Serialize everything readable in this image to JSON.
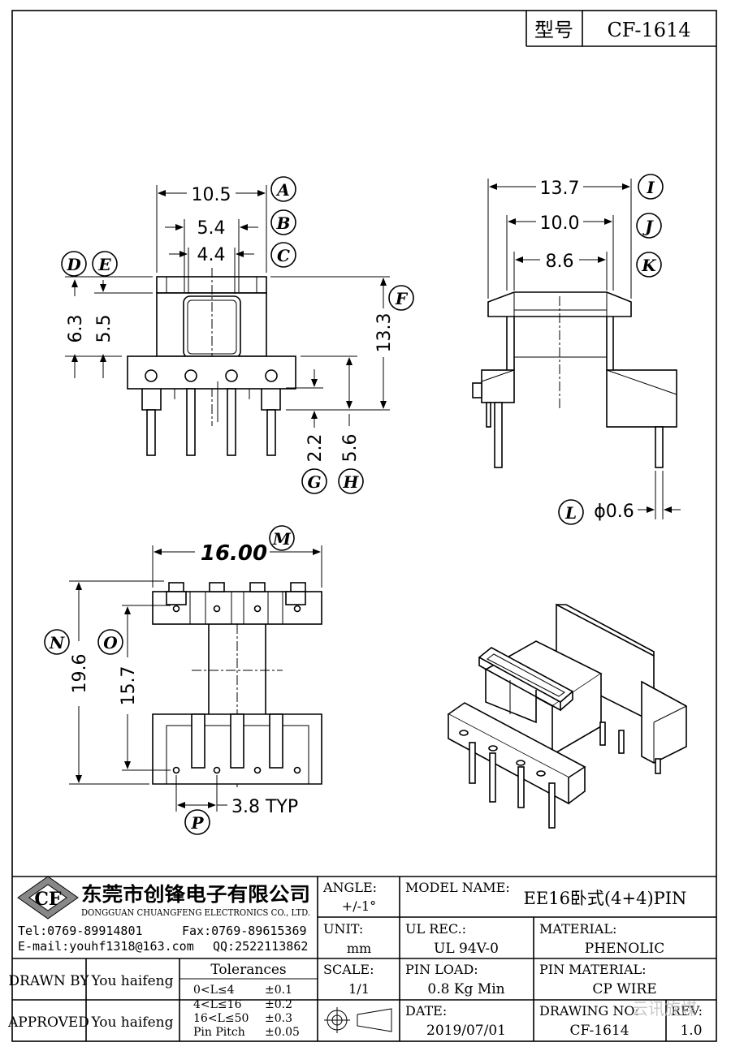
{
  "model_box": {
    "label": "型号",
    "value": "CF-1614"
  },
  "views": {
    "front": {
      "dims": {
        "a": "10.5",
        "b": "5.4",
        "c": "4.4",
        "d": "6.3",
        "e": "5.5",
        "f": "13.3",
        "g": "2.2",
        "h": "5.6"
      },
      "tags": [
        "A",
        "B",
        "C",
        "D",
        "E",
        "F",
        "G",
        "H"
      ]
    },
    "side": {
      "dims": {
        "i": "13.7",
        "j": "10.0",
        "k": "8.6",
        "l": "ϕ0.6"
      },
      "tags": [
        "I",
        "J",
        "K",
        "L"
      ]
    },
    "bottom": {
      "dims": {
        "m": "16.00",
        "n": "19.6",
        "o": "15.7",
        "p": "3.8 TYP"
      },
      "tags": [
        "M",
        "N",
        "O",
        "P"
      ]
    }
  },
  "title_block": {
    "company_cn": "东莞市创锋电子有限公司",
    "company_en": "DONGGUAN CHUANGFENG ELECTRONICS CO., LTD.",
    "logo_text": "CF",
    "tel": "Tel:0769-89914801",
    "fax": "Fax:0769-89615369",
    "email": "E-mail:youhf1318@163.com",
    "qq": "QQ:2522113862",
    "angle_label": "ANGLE:",
    "angle_value": "+/-1°",
    "model_name_label": "MODEL NAME:",
    "model_name_value": "EE16卧式(4+4)PIN",
    "unit_label": "UNIT:",
    "unit_value": "mm",
    "ul_label": "UL REC.:",
    "ul_value": "UL 94V-0",
    "material_label": "MATERIAL:",
    "material_value": "PHENOLIC",
    "drawn_by_label": "DRAWN BY",
    "drawn_by_value": "You haifeng",
    "approved_label": "APPROVED",
    "approved_value": "You haifeng",
    "tolerances_title": "Tolerances",
    "tolerances": [
      {
        "range": "0<L≤4",
        "value": "±0.1"
      },
      {
        "range": "4<L≤16",
        "value": "±0.2"
      },
      {
        "range": "16<L≤50",
        "value": "±0.3"
      },
      {
        "range": "Pin Pitch",
        "value": "±0.05"
      }
    ],
    "scale_label": "SCALE:",
    "scale_value": "1/1",
    "pin_load_label": "PIN LOAD:",
    "pin_load_value": "0.8 Kg Min",
    "pin_material_label": "PIN MATERIAL:",
    "pin_material_value": "CP WIRE",
    "date_label": "DATE:",
    "date_value": "2019/07/01",
    "drawing_no_label": "DRAWING NO:",
    "drawing_no_value": "CF-1614",
    "rev_label": "REV:",
    "rev_value": "1.0"
  },
  "watermark": "云讯旋煤"
}
